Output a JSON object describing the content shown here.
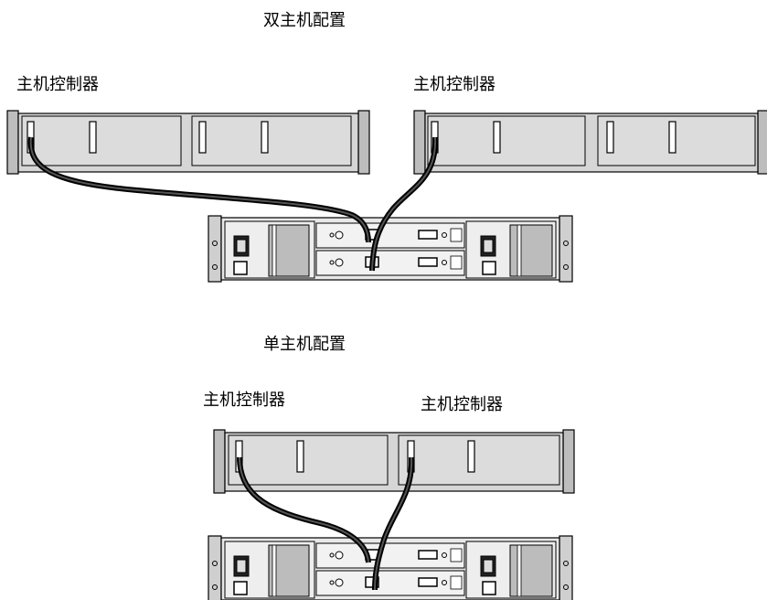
{
  "top_section": {
    "title": "双主机配置",
    "host_left_label": "主机控制器",
    "host_right_label": "主机控制器"
  },
  "bottom_section": {
    "title": "单主机配置",
    "host_left_label": "主机控制器",
    "host_right_label": "主机控制器"
  },
  "colors": {
    "server_face": "#d6d6d6",
    "server_ear": "#bdbdbd",
    "outline": "#000000",
    "cable": "#000000",
    "enclosure": "#e8e8e8",
    "module": "#f2f2f2"
  }
}
